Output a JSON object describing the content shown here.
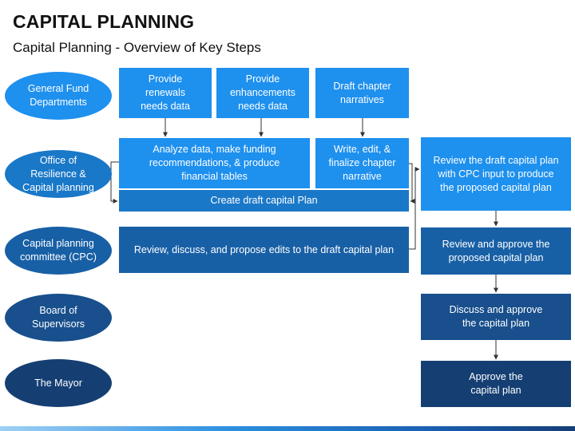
{
  "header": {
    "title": "CAPITAL PLANNING",
    "subtitle": "Capital Planning - Overview of Key Steps"
  },
  "lanes": [
    {
      "label": "General Fund\nDepartments",
      "color": "#1e90ee"
    },
    {
      "label": "Office of\nResilience &\nCapital planning",
      "color": "#1a78c8"
    },
    {
      "label": "Capital planning\ncommittee (CPC)",
      "color": "#1860a6"
    },
    {
      "label": "Board of\nSupervisors",
      "color": "#184f8c"
    },
    {
      "label": "The Mayor",
      "color": "#153f73"
    }
  ],
  "steps": {
    "provide_renewals": "Provide\nrenewals\nneeds data",
    "provide_enhancements": "Provide\nenhancements\nneeds data",
    "draft_narratives": "Draft chapter\nnarratives",
    "analyze_data": "Analyze data, make funding\nrecommendations, & produce\nfinancial tables",
    "write_edit": "Write, edit, &\nfinalize chapter\nnarrative",
    "review_draft": "Review the draft capital plan\nwith CPC input to produce\nthe proposed capital plan",
    "create_draft": "Create draft capital Plan",
    "review_discuss": "Review, discuss, and propose edits to the draft capital plan",
    "review_approve": "Review and approve the\nproposed capital plan",
    "discuss_approve": "Discuss and approve\nthe capital plan",
    "approve": "Approve the\ncapital plan"
  }
}
